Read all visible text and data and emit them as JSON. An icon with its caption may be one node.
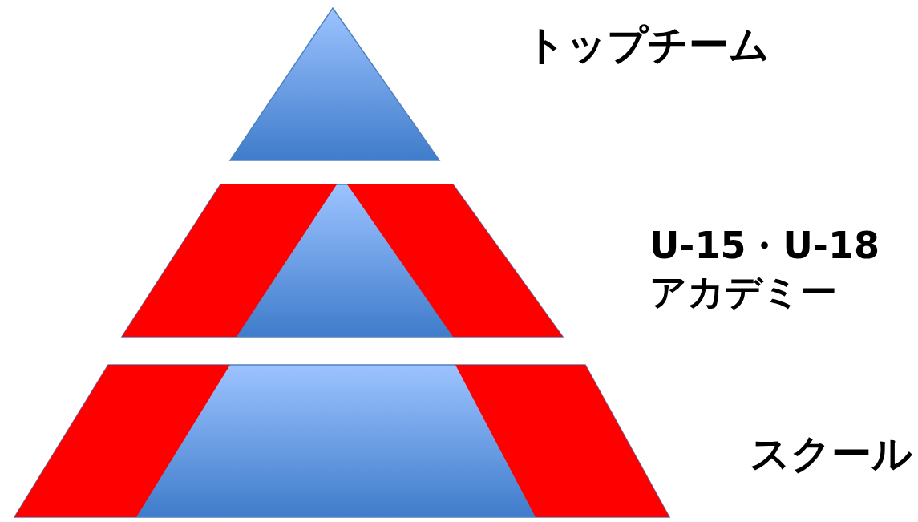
{
  "diagram": {
    "nodes": [
      {
        "text": [
          "トップチーム"
        ]
      },
      {
        "text": [
          "U-15・U-18アカデミー"
        ]
      },
      {
        "text": [
          "スクール"
        ]
      }
    ]
  }
}
